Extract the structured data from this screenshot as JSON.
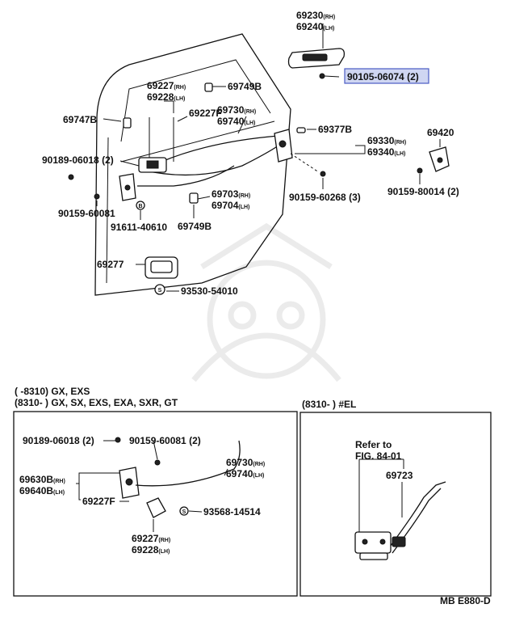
{
  "highlight_color": "#cfd6f2",
  "labels": {
    "l69230": "69230",
    "l69230_sfx": "(RH)",
    "l69240": "69240",
    "l69240_sfx": "(LH)",
    "l90105": "90105-06074",
    "l90105_qty": "(2)",
    "l69227a": "69227",
    "l69227a_sfx": "(RH)",
    "l69228a": "69228",
    "l69228a_sfx": "(LH)",
    "l69749a": "69749B",
    "l69227f": "69227F",
    "l69747": "69747B",
    "l69730": "69730",
    "l69730_sfx": "(RH)",
    "l69740": "69740",
    "l69740_sfx": "(LH)",
    "l69377": "69377B",
    "l69420": "69420",
    "l69330": "69330",
    "l69330_sfx": "(RH)",
    "l69340": "69340",
    "l69340_sfx": "(LH)",
    "l90189": "90189-06018",
    "l90189_qty": "(2)",
    "l69703": "69703",
    "l69703_sfx": "(RH)",
    "l69704": "69704",
    "l69704_sfx": "(LH)",
    "l90159_60268": "90159-60268",
    "l90159_60268_qty": "(3)",
    "l90159_80014": "90159-80014",
    "l90159_80014_qty": "(2)",
    "l90159_60081": "90159-60081",
    "l91611": "91611-40610",
    "l69749b": "69749B",
    "l69277": "69277",
    "l93530": "93530-54010"
  },
  "inset_left": {
    "header_line1": "(      -8310) GX, EXS",
    "header_line2": "(8310-       ) GX, SX, EXS, EXA, SXR, GT",
    "labels": {
      "l90189": "90189-06018",
      "l90189_qty": "(2)",
      "l90159": "90159-60081",
      "l90159_qty": "(2)",
      "l69630": "69630B",
      "l69630_sfx": "(RH)",
      "l69640": "69640B",
      "l69640_sfx": "(LH)",
      "l69730": "69730",
      "l69730_sfx": "(RH)",
      "l69740": "69740",
      "l69740_sfx": "(LH)",
      "l69227f": "69227F",
      "l93568": "93568-14514",
      "l69227": "69227",
      "l69227_sfx": "(RH)",
      "l69228": "69228",
      "l69228_sfx": "(LH)"
    }
  },
  "inset_right": {
    "header": "(8310-        ) #EL",
    "refer_line1": "Refer to",
    "refer_line2": "FIG. 84-01",
    "l69723": "69723"
  },
  "footer_code": "MB E880-D"
}
